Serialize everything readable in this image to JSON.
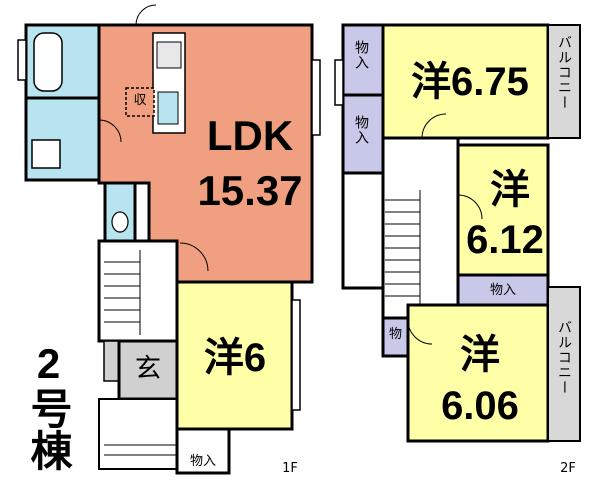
{
  "building_label": "2号棟",
  "floors": {
    "first": {
      "floor_label": "1F",
      "rooms": {
        "ldk_name": "LDK",
        "ldk_size": "15.37",
        "western_label": "洋6",
        "entrance_label": "玄",
        "storage_kitchen": "収",
        "storage_bottom": "物入"
      }
    },
    "second": {
      "floor_label": "2F",
      "rooms": {
        "room_a_label": "洋6.75",
        "room_b_label": "洋",
        "room_b_size": "6.12",
        "room_c_label": "洋",
        "room_c_size": "6.06",
        "closet_1": "物入",
        "closet_2": "物入",
        "closet_3": "物入",
        "closet_4": "物",
        "balcony_1": "バルコニー",
        "balcony_2": "バルコニー"
      }
    }
  },
  "colors": {
    "ldk": "#f0a080",
    "western": "#ffffa8",
    "wet": "#b8e4f0",
    "closet": "#c8c8e8",
    "balcony": "#d8d8d8",
    "entrance": "#d0d0d0",
    "wall": "#000000"
  }
}
